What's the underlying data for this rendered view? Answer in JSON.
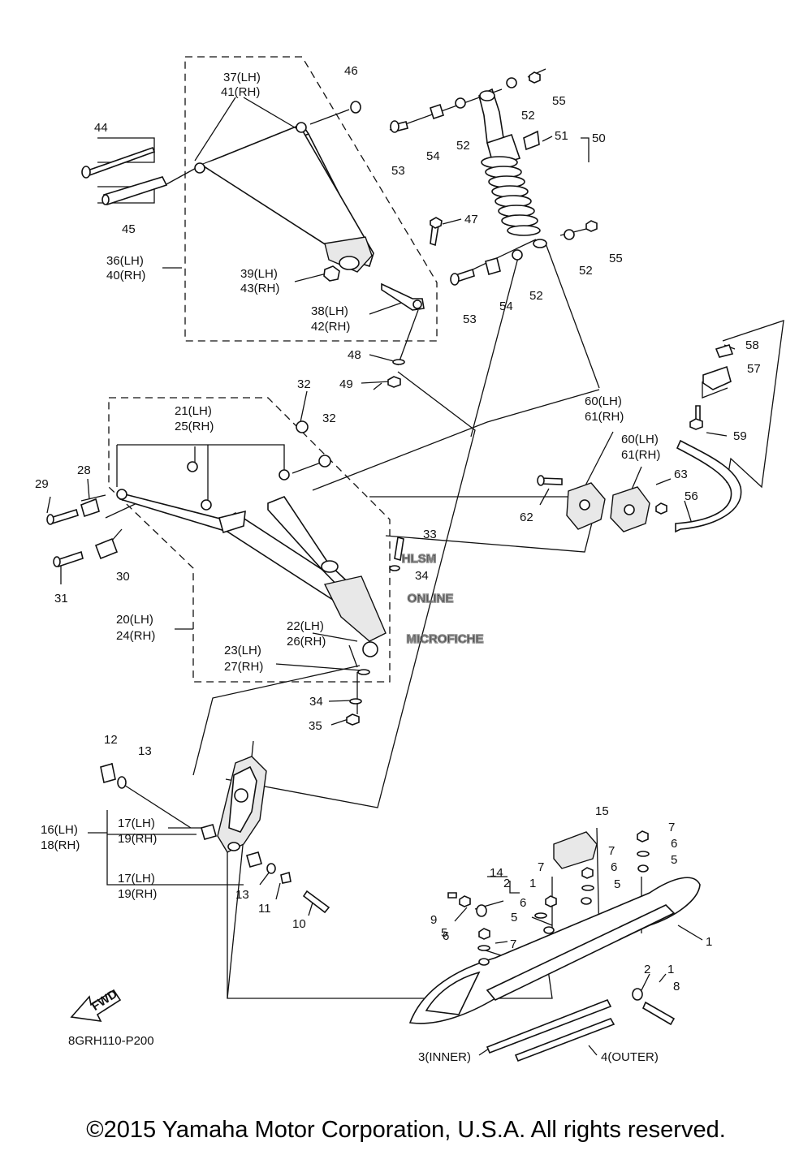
{
  "diagram_code": "8GRH110-P200",
  "fwd_label": "FWD",
  "watermark": [
    "HLSM",
    "ONLINE",
    "MICROFICHE"
  ],
  "copyright": "©2015 Yamaha Motor Corporation, U.S.A. All rights reserved.",
  "callouts": {
    "c1a": "1",
    "c1b": "1",
    "c1c": "1",
    "c2a": "2",
    "c2b": "2",
    "c3": "3(INNER)",
    "c4": "4(OUTER)",
    "c5a": "5",
    "c5b": "5",
    "c5c": "5",
    "c5d": "5",
    "c6a": "6",
    "c6b": "6",
    "c6c": "6",
    "c6d": "6",
    "c7a": "7",
    "c7b": "7",
    "c7c": "7",
    "c7d": "7",
    "c8": "8",
    "c9": "9",
    "c10": "10",
    "c11": "11",
    "c12": "12",
    "c13a": "13",
    "c13b": "13",
    "c14": "14",
    "c15": "15",
    "c16": "16(LH)",
    "c18": "18(RH)",
    "c17a": "17(LH)",
    "c19a": "19(RH)",
    "c17b": "17(LH)",
    "c19b": "19(RH)",
    "c20": "20(LH)",
    "c24": "24(RH)",
    "c21": "21(LH)",
    "c25": "25(RH)",
    "c22": "22(LH)",
    "c26": "26(RH)",
    "c23": "23(LH)",
    "c27": "27(RH)",
    "c28": "28",
    "c29": "29",
    "c30": "30",
    "c31": "31",
    "c32a": "32",
    "c32b": "32",
    "c33": "33",
    "c34a": "34",
    "c34b": "34",
    "c35": "35",
    "c36": "36(LH)",
    "c40": "40(RH)",
    "c37": "37(LH)",
    "c41": "41(RH)",
    "c38": "38(LH)",
    "c42": "42(RH)",
    "c39": "39(LH)",
    "c43": "43(RH)",
    "c44": "44",
    "c45": "45",
    "c46": "46",
    "c47": "47",
    "c48": "48",
    "c49": "49",
    "c50": "50",
    "c51": "51",
    "c52a": "52",
    "c52b": "52",
    "c52c": "52",
    "c52d": "52",
    "c53a": "53",
    "c53b": "53",
    "c54a": "54",
    "c54b": "54",
    "c55a": "55",
    "c55b": "55",
    "c56": "56",
    "c57": "57",
    "c58": "58",
    "c59": "59",
    "c60a": "60(LH)",
    "c61a": "61(RH)",
    "c60b": "60(LH)",
    "c61b": "61(RH)",
    "c62": "62",
    "c63": "63"
  }
}
